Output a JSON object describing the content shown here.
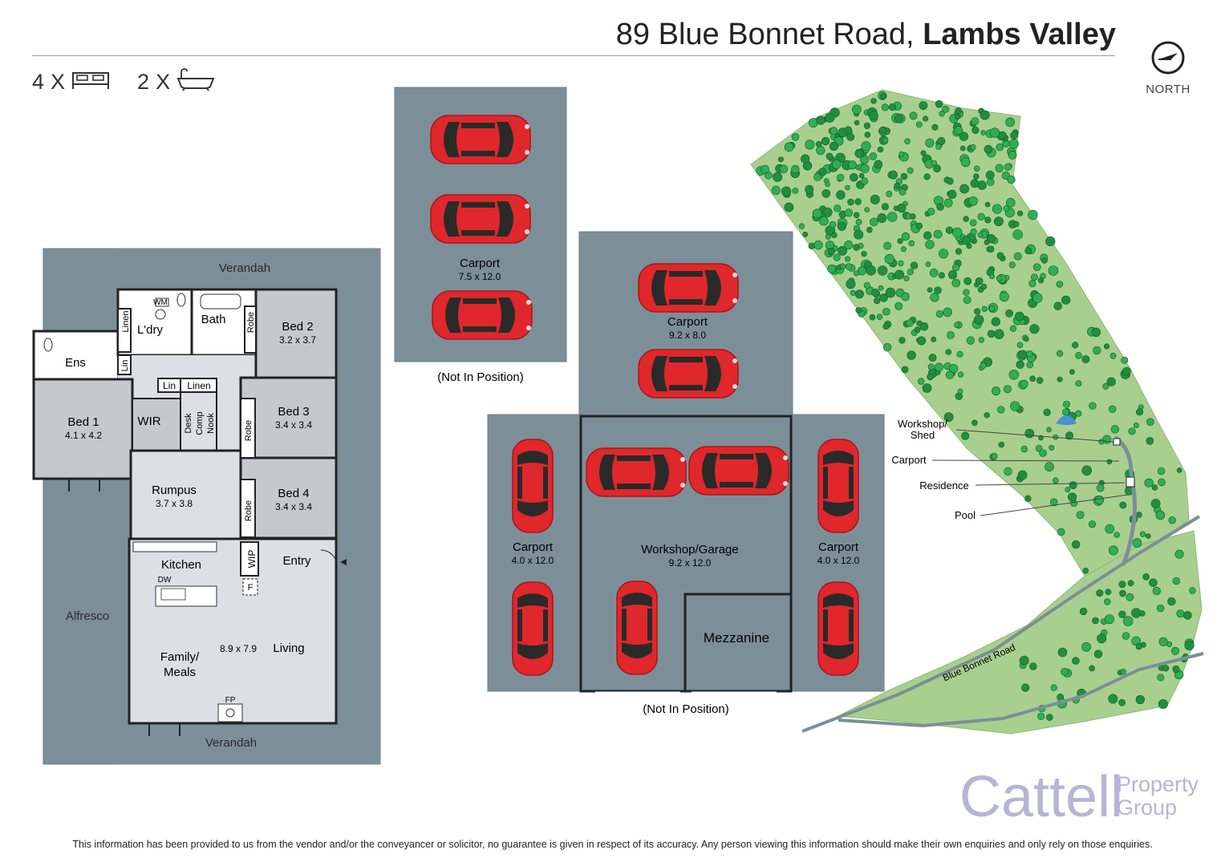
{
  "header": {
    "address": "89 Blue Bonnet Road,",
    "suburb": "Lambs Valley",
    "beds_count": "4",
    "baths_count": "2",
    "times": "X"
  },
  "north": {
    "label": "NORTH",
    "icon": "compass-arrow-icon"
  },
  "house": {
    "verandah_top": "Verandah",
    "verandah_bottom": "Verandah",
    "alfresco": "Alfresco",
    "rooms": {
      "ens": "Ens",
      "ldry": "L'dry",
      "wm": "WM",
      "linen_v": "Linen",
      "lin_v": "Lin",
      "lin": "Lin",
      "linen": "Linen",
      "bath": "Bath",
      "robe1": "Robe",
      "robe2": "Robe",
      "robe3": "Robe",
      "bed1": "Bed 1",
      "bed1_dim": "4.1 x 4.2",
      "bed2": "Bed 2",
      "bed2_dim": "3.2 x 3.7",
      "bed3": "Bed 3",
      "bed3_dim": "3.4 x 3.4",
      "bed4": "Bed 4",
      "bed4_dim": "3.4 x 3.4",
      "wir": "WIR",
      "desk": "Desk",
      "comp": "Comp",
      "nook": "Nook",
      "rumpus": "Rumpus",
      "rumpus_dim": "3.7 x 3.8",
      "kitchen": "Kitchen",
      "dw": "DW",
      "wip": "WIP",
      "f": "F",
      "entry": "Entry",
      "family": "Family/",
      "meals": "Meals",
      "living_dim": "8.9 x 7.9",
      "living": "Living",
      "fp": "FP"
    }
  },
  "carport_a": {
    "label": "Carport",
    "dim": "7.5 x 12.0",
    "note": "(Not In Position)"
  },
  "shed": {
    "carport_top": "Carport",
    "carport_top_dim": "9.2 x 8.0",
    "carport_left": "Carport",
    "carport_left_dim": "4.0 x 12.0",
    "workshop": "Workshop/Garage",
    "workshop_dim": "9.2 x 12.0",
    "carport_right": "Carport",
    "carport_right_dim": "4.0 x 12.0",
    "mezzanine": "Mezzanine",
    "note": "(Not In Position)"
  },
  "site": {
    "labels": [
      "Workshop/",
      "Shed",
      "Carport",
      "Residence",
      "Pool"
    ],
    "road": "Blue Bonnet Road"
  },
  "brand": {
    "name": "Cattell",
    "line1": "Property",
    "line2": "Group"
  },
  "footer": "This information has been provided to us from the vendor and/or the conveyancer or solicitor, no guarantee is given in respect of its accuracy. Any person viewing this information should make their own enquiries and only rely on those enquiries.",
  "colors": {
    "car": "#e0272b",
    "slab": "#7c8f98",
    "room": "#c5c9cf",
    "land": "#a9cf8f",
    "tree": "#1f8f3f",
    "brand": "#b8b4d6"
  }
}
